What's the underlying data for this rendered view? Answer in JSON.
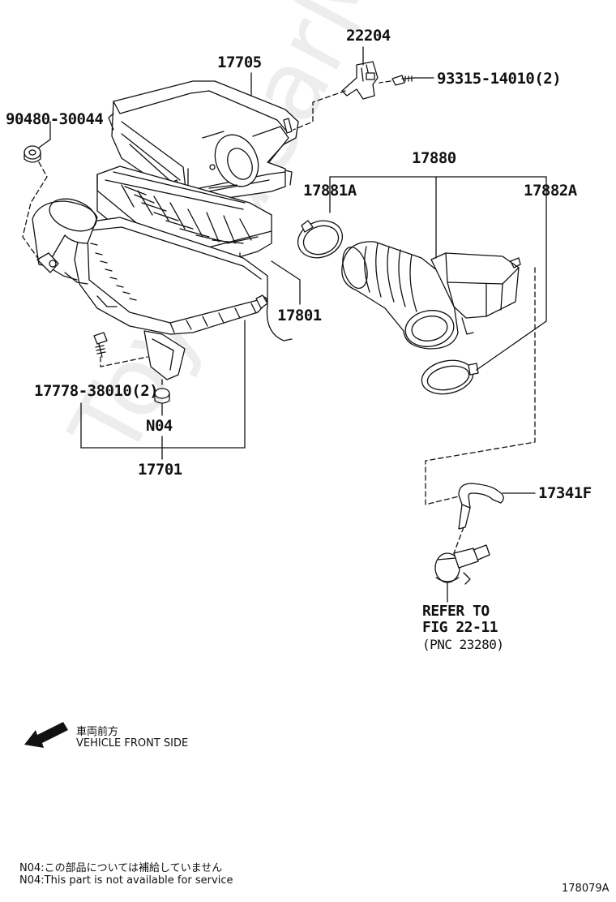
{
  "parts": {
    "p22204": "22204",
    "p17705": "17705",
    "p93315": "93315-14010(2)",
    "p90480": "90480-30044",
    "p17880": "17880",
    "p17881A": "17881A",
    "p17882A": "17882A",
    "p17801": "17801",
    "p17778": "17778-38010(2)",
    "pN04": "N04",
    "p17701": "17701",
    "p17341F": "17341F"
  },
  "refer": {
    "line1": "REFER TO",
    "line2": "FIG 22-11",
    "line3": "(PNC 23280)"
  },
  "front": {
    "jp": "車両前方",
    "en": "VEHICLE FRONT SIDE"
  },
  "notes": {
    "jp": "N04:この部品については補給していません",
    "en": "N04:This part is not available for service"
  },
  "figure_id": "178079A",
  "watermark": "ToyotaCarMine.ru"
}
